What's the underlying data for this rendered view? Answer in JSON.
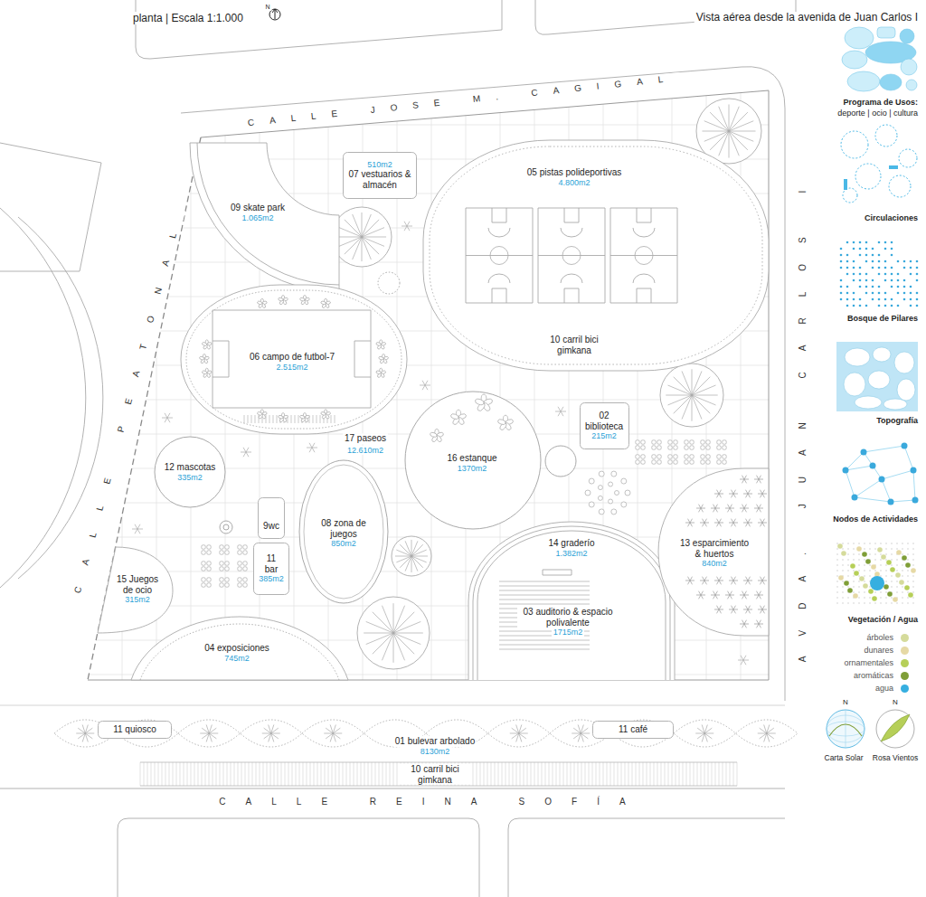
{
  "diagram": {
    "title": "planta | Escala 1:1.000",
    "nodes": [
      {
        "text": [
          "09 skate park",
          "1.065m2"
        ]
      },
      {
        "text": [
          "510m2",
          "07 vestuarios & almacén"
        ]
      },
      {
        "text": [
          "05 pistas polideportivas",
          "4.800m2"
        ]
      },
      {
        "text": [
          "06 campo de futbol-7",
          "2.515m2"
        ]
      },
      {
        "text": [
          "16 estanque",
          "1370m2"
        ]
      },
      {
        "text": [
          "02 biblioteca",
          "215m2"
        ]
      },
      {
        "text": [
          "12 mascotas",
          "335m2"
        ]
      },
      {
        "text": [
          "08 zona de juegos",
          "850m2"
        ]
      },
      {
        "text": [
          "9wc"
        ]
      },
      {
        "text": [
          "11 bar",
          "385m2"
        ]
      },
      {
        "text": [
          "14 graderío",
          "1.382m2"
        ]
      },
      {
        "text": [
          "13 esparcimiento & huertos",
          "840m2"
        ]
      },
      {
        "text": [
          "15 Juegos de ocio",
          "315m2"
        ]
      },
      {
        "text": [
          "03 auditorio & espacio polivalente",
          "1715m2"
        ],
        "in": 10
      },
      {
        "text": [
          "04 exposiciones",
          "745m2"
        ]
      },
      {
        "text": [
          "01 bulevar arbolado",
          "8130m2"
        ]
      },
      {
        "text": [
          "11 quiosco"
        ],
        "in": 15
      },
      {
        "text": [
          "11 café"
        ],
        "in": 15
      }
    ],
    "labels": [
      "N",
      "Vista aérea desde la avenida de Juan Carlos I",
      "CALLE JOSE M. CAGIGAL",
      "CALLE PEATONAL",
      "AVDA. JUAN CARLOS I",
      "CALLE REINA SOFÍA",
      "17 paseos",
      "12.610m2",
      "10 carril bici gimkana",
      "10 carril bici gimkana",
      "Programa de Usos:",
      "deporte | ocio | cultura",
      "Circulaciones",
      "Bosque de Pilares",
      "Topografía",
      "Nodos de Actividades",
      "Vegetación / Agua",
      "N",
      "N",
      "Carta Solar",
      "Rosa Vientos"
    ],
    "legend": [
      {
        "text": "árboles",
        "color": "#d5db9b"
      },
      {
        "text": "dunares",
        "color": "#e6d9a5"
      },
      {
        "text": "ornamentales",
        "color": "#b6cf58"
      },
      {
        "text": "aromáticas",
        "color": "#7f9e37"
      },
      {
        "text": "agua",
        "color": "#36afe0"
      }
    ]
  }
}
